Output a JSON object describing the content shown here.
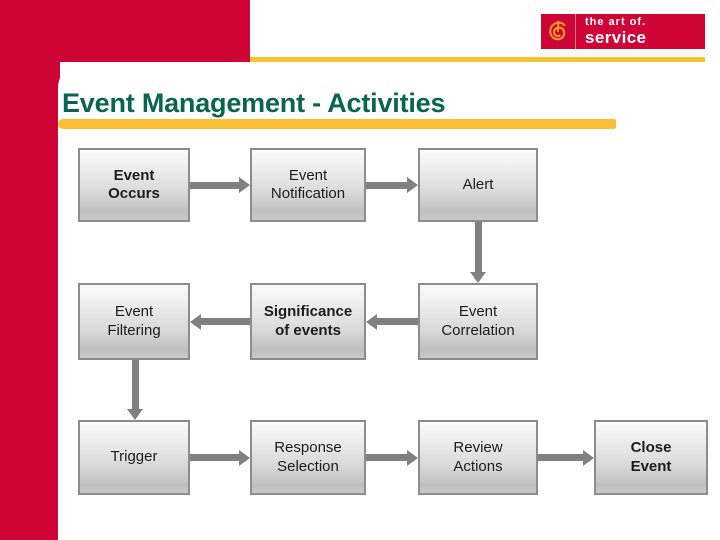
{
  "slide": {
    "title": "Event Management - Activities"
  },
  "logo": {
    "mark": "spiral-swirl-icon",
    "line1": "the art of.",
    "line2": "service"
  },
  "colors": {
    "brand_red": "#CE0436",
    "title_green": "#0A6452",
    "accent_yellow": "#F6C430",
    "underline_yellow": "#FBBF35",
    "connector_gray": "#808080",
    "box_border": "#8C8C8C"
  },
  "diagram": {
    "boxes": [
      {
        "id": "event-occurs",
        "label": "Event\nOccurs",
        "bold": true,
        "row": 1,
        "col": 1
      },
      {
        "id": "event-notification",
        "label": "Event\nNotification",
        "bold": false,
        "row": 1,
        "col": 2
      },
      {
        "id": "alert",
        "label": "Alert",
        "bold": false,
        "row": 1,
        "col": 3
      },
      {
        "id": "event-filtering",
        "label": "Event\nFiltering",
        "bold": false,
        "row": 2,
        "col": 1
      },
      {
        "id": "significance",
        "label": "Significance\nof events",
        "bold": true,
        "row": 2,
        "col": 2
      },
      {
        "id": "event-correlation",
        "label": "Event\nCorrelation",
        "bold": false,
        "row": 2,
        "col": 3
      },
      {
        "id": "trigger",
        "label": "Trigger",
        "bold": false,
        "row": 3,
        "col": 1
      },
      {
        "id": "response-selection",
        "label": "Response\nSelection",
        "bold": false,
        "row": 3,
        "col": 2
      },
      {
        "id": "review-actions",
        "label": "Review\nActions",
        "bold": false,
        "row": 3,
        "col": 3
      },
      {
        "id": "close-event",
        "label": "Close\nEvent",
        "bold": true,
        "row": 3,
        "col": 4
      }
    ],
    "connectors": [
      {
        "from": "event-occurs",
        "to": "event-notification",
        "direction": "right"
      },
      {
        "from": "event-notification",
        "to": "alert",
        "direction": "right"
      },
      {
        "from": "alert",
        "to": "event-correlation",
        "direction": "down"
      },
      {
        "from": "event-correlation",
        "to": "significance",
        "direction": "left"
      },
      {
        "from": "significance",
        "to": "event-filtering",
        "direction": "left"
      },
      {
        "from": "event-filtering",
        "to": "trigger",
        "direction": "down"
      },
      {
        "from": "trigger",
        "to": "response-selection",
        "direction": "right"
      },
      {
        "from": "response-selection",
        "to": "review-actions",
        "direction": "right"
      },
      {
        "from": "review-actions",
        "to": "close-event",
        "direction": "right"
      }
    ]
  }
}
